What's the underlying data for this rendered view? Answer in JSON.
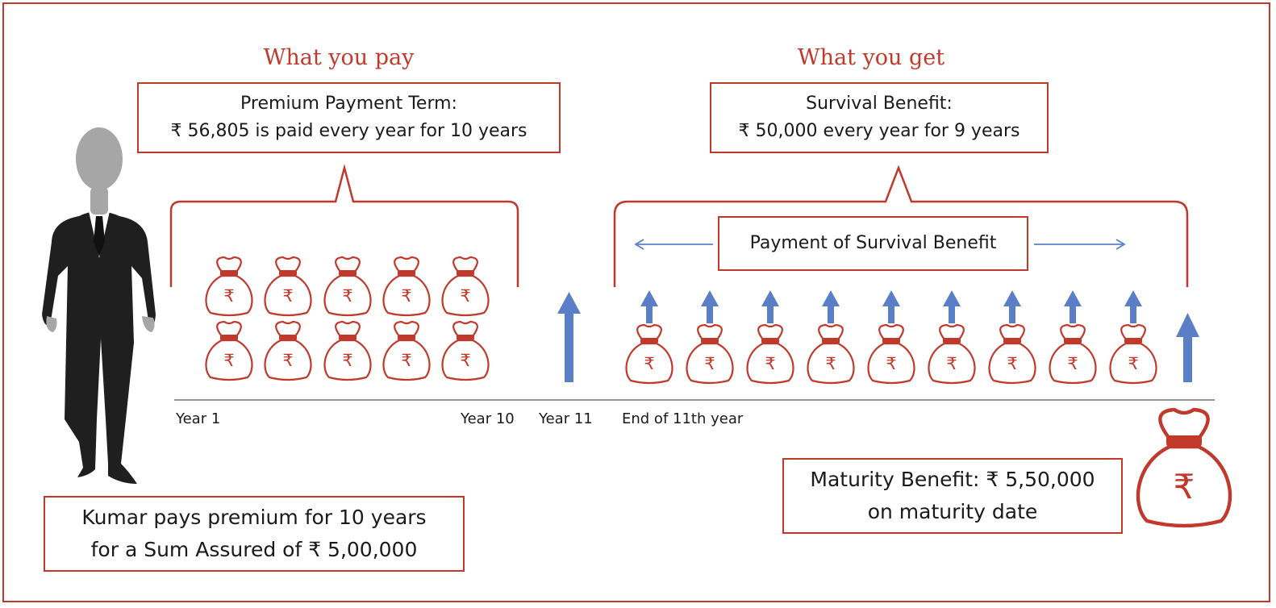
{
  "headings": {
    "pay": "What you pay",
    "get": "What you get"
  },
  "pay_box": {
    "line1": "Premium Payment Term:",
    "line2": "₹ 56,805 is paid every year for 10 years"
  },
  "get_box": {
    "line1": "Survival Benefit:",
    "line2": "₹ 50,000 every year for 9 years"
  },
  "survival_payment_label": "Payment of Survival Benefit",
  "timeline_labels": {
    "year1": "Year 1",
    "year10": "Year 10",
    "year11": "Year 11",
    "end11": "End of 11th year"
  },
  "kumar_box": {
    "line1": "Kumar pays premium for 10 years",
    "line2": "for a Sum Assured of ₹ 5,00,000"
  },
  "maturity_box": {
    "line1": "Maturity Benefit: ₹ 5,50,000",
    "line2": "on maturity date"
  },
  "icons": {
    "money_bag": "money-bag-icon",
    "person": "businessman-icon",
    "arrow": "arrow-up-icon",
    "currency": "₹"
  },
  "counts": {
    "premium_bags": 10,
    "survival_bags": 9
  },
  "colors": {
    "accent_red": "#c0392b",
    "arrow_blue": "#5b7fc7",
    "suit": "#1f1f1f",
    "head": "#a6a6a6"
  }
}
